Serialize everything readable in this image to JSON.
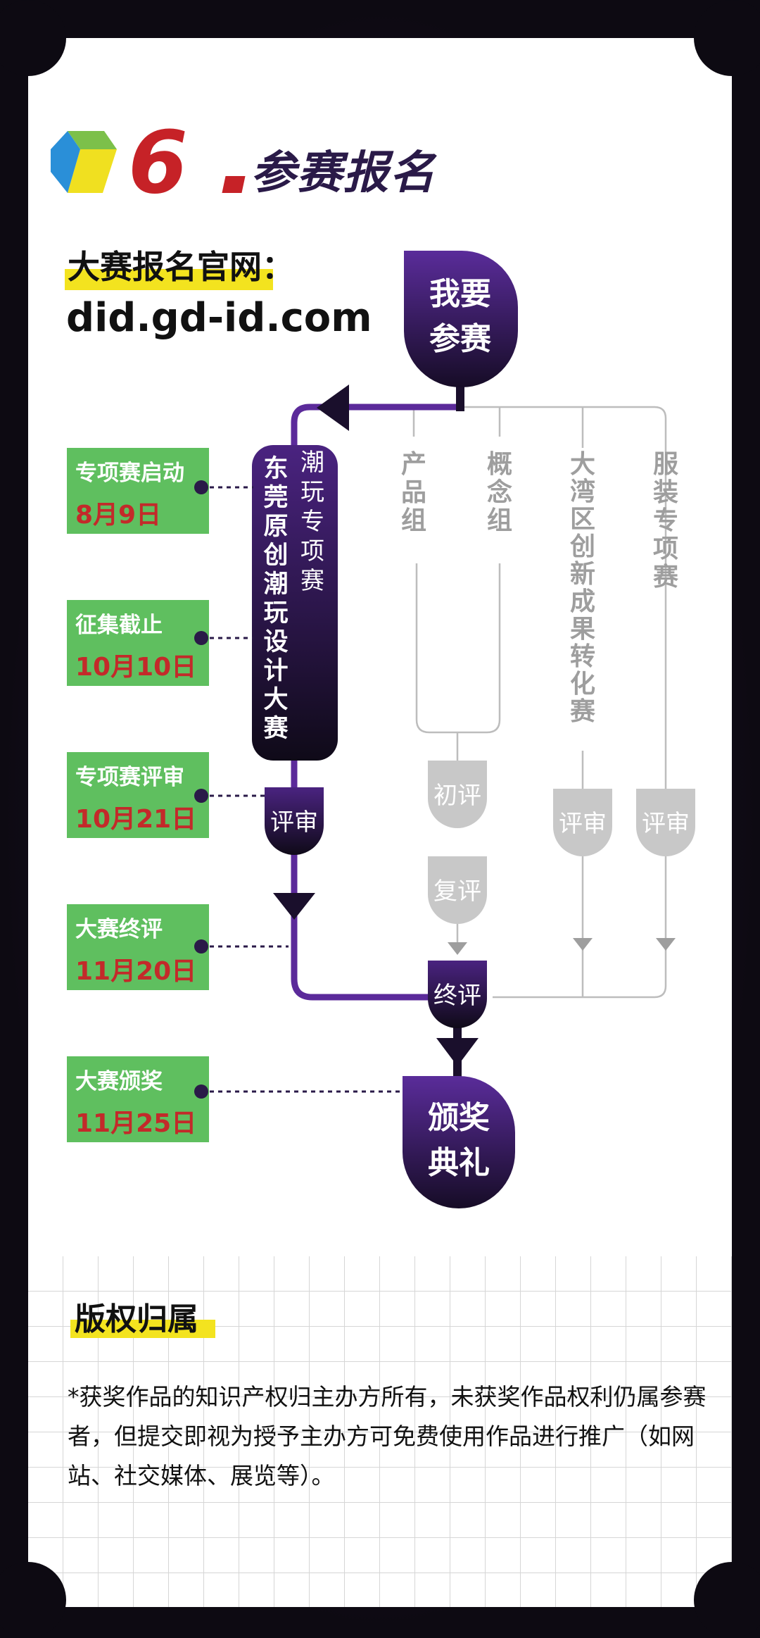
{
  "section": {
    "number": "6",
    "title": "参赛报名"
  },
  "website": {
    "label": "大赛报名官网：",
    "url": "did.gd-id.com"
  },
  "start_node": {
    "line1": "我要",
    "line2": "参赛"
  },
  "end_node": {
    "line1": "颁奖",
    "line2": "典礼"
  },
  "main_track": {
    "title": "东莞原创潮玩设计大赛",
    "subtitle": "潮玩专项赛"
  },
  "groups": [
    {
      "name": "产品组"
    },
    {
      "name": "概念组"
    },
    {
      "name": "大湾区创新成果转化赛"
    },
    {
      "name": "服装专项赛"
    }
  ],
  "review_nodes": {
    "main_review": "评审",
    "preliminary": "初评",
    "second": "复评",
    "bay_review": "评审",
    "clothing_review": "评审",
    "final": "终评"
  },
  "timeline": [
    {
      "event": "专项赛启动",
      "date": "8月9日"
    },
    {
      "event": "征集截止",
      "date": "10月10日"
    },
    {
      "event": "专项赛评审",
      "date": "10月21日"
    },
    {
      "event": "大赛终评",
      "date": "11月20日"
    },
    {
      "event": "大赛颁奖",
      "date": "11月25日"
    }
  ],
  "copyright": {
    "title": "版权归属",
    "body": "*获奖作品的知识产权归主办方所有，未获奖作品权利仍属参赛者，但提交即视为授予主办方可免费使用作品进行推广（如网站、社交媒体、展览等）。"
  },
  "colors": {
    "accent_red": "#c62227",
    "dark_purple": "#2a1a48",
    "purple_line": "#5b2a9a",
    "highlight_yellow": "#f3e31f",
    "date_green": "#5fbf5f",
    "grey_track": "#bdbdbd"
  },
  "icons": {
    "logo": "cube-logo-icon"
  }
}
